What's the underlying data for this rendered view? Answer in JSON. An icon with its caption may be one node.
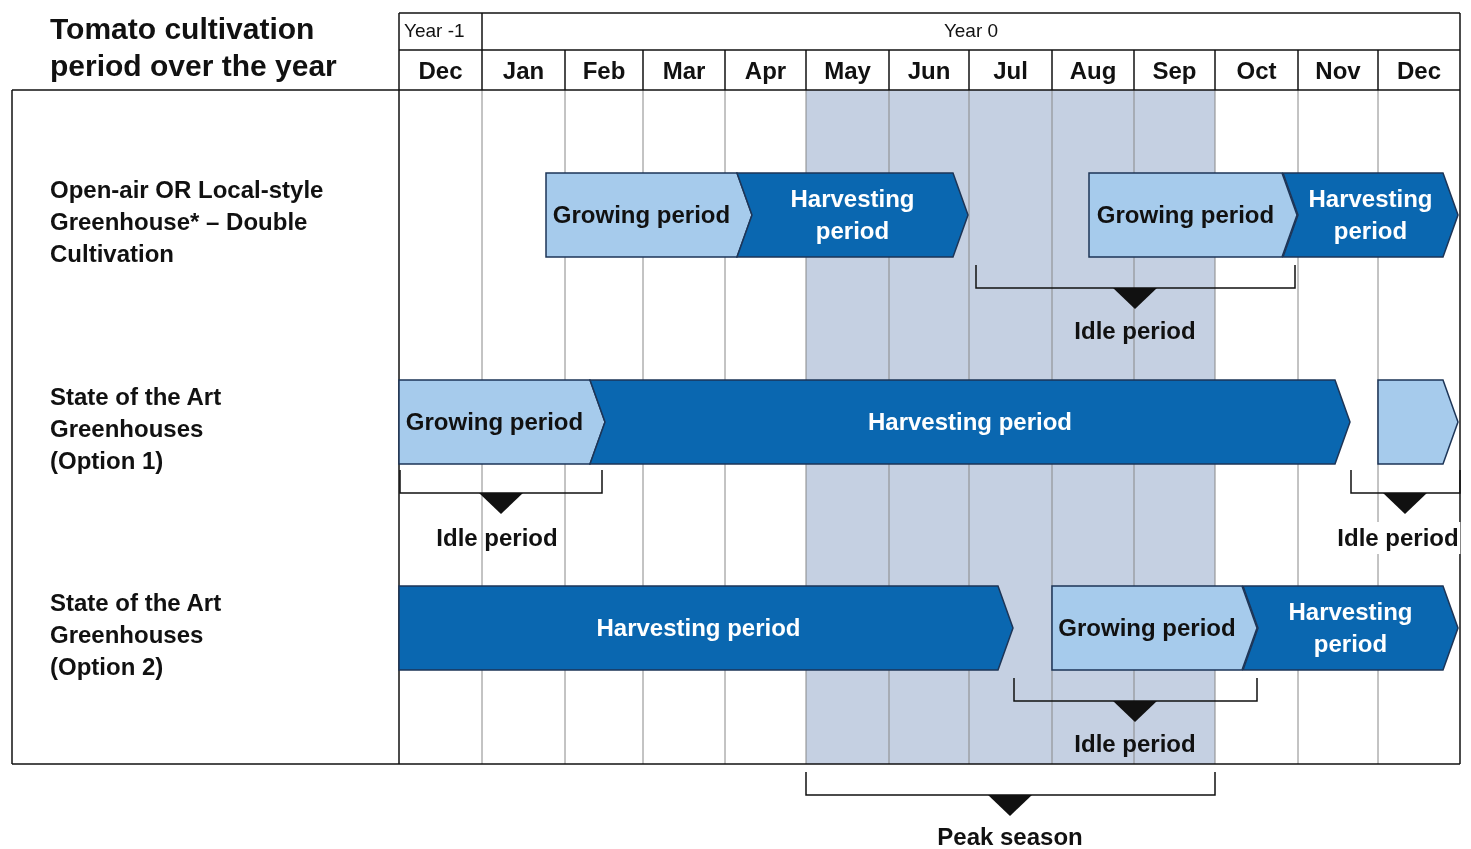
{
  "diagram": {
    "title": "Tomato cultivation period over the year",
    "nodes": [
      {
        "text": [
          "Growing period"
        ]
      },
      {
        "text": [
          "Harvesting period"
        ]
      },
      {
        "text": [
          "Growing period"
        ]
      },
      {
        "text": [
          "Harvesting period"
        ]
      },
      {
        "text": [
          "Growing period"
        ]
      },
      {
        "text": [
          "Harvesting period"
        ]
      },
      {
        "text": [],
        "shape": "chevron"
      },
      {
        "text": [
          "Harvesting period"
        ]
      },
      {
        "text": [
          "Growing period"
        ]
      },
      {
        "text": [
          "Harvesting period"
        ]
      }
    ],
    "labels": [
      "Year -1",
      "Year 0",
      "Dec",
      "Jan",
      "Feb",
      "Mar",
      "Apr",
      "May",
      "Jun",
      "Jul",
      "Aug",
      "Sep",
      "Oct",
      "Nov",
      "Dec",
      "Open-air OR Local-style Greenhouse* – Double Cultivation",
      "Idle period",
      "State of the Art Greenhouses (Option 1)",
      "Idle period",
      "Idle period",
      "State of the Art Greenhouses (Option 2)",
      "Idle period",
      "Peak season"
    ]
  }
}
